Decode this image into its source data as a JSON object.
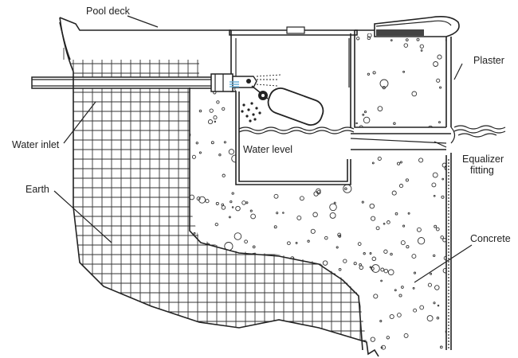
{
  "labels": {
    "pool_deck": "Pool deck",
    "plaster": "Plaster",
    "water_inlet": "Water inlet",
    "water_level": "Water level",
    "equalizer_line1": "Equalizer",
    "equalizer_line2": "fitting",
    "earth": "Earth",
    "concrete": "Concrete"
  },
  "colors": {
    "ink": "#222222",
    "paper": "#ffffff",
    "water_spray": "#6ab0d8"
  },
  "icons": {
    "float_valve": "float-valve-icon",
    "spray": "water-spray-icon"
  }
}
